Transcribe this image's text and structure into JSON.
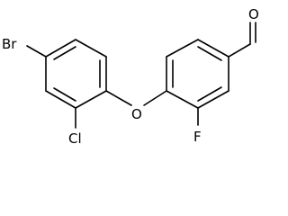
{
  "molecule": {
    "atoms": {
      "bromine": "Br",
      "chlorine": "Cl",
      "oxygen_ether": "O",
      "fluorine": "F",
      "oxygen_aldehyde": "O"
    }
  }
}
